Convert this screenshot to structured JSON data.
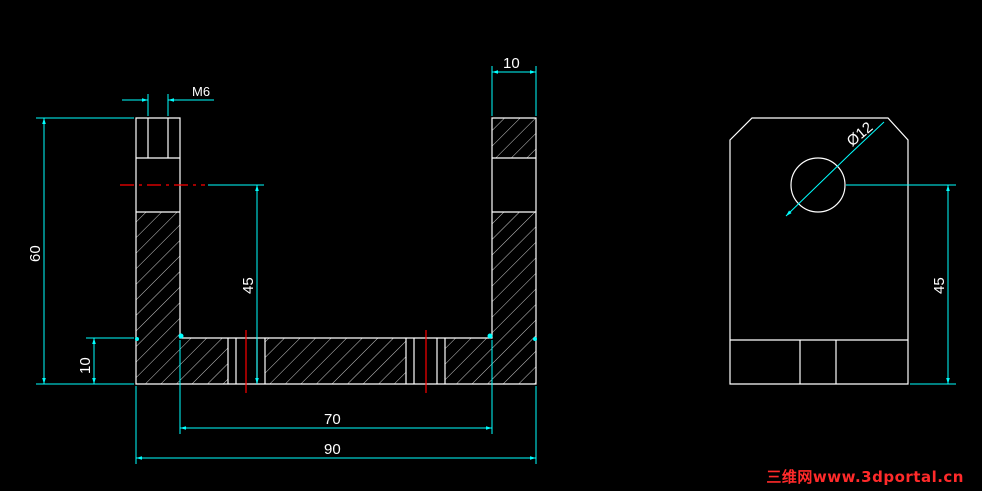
{
  "drawing": {
    "colors": {
      "background": "#000000",
      "outline": "#ffffff",
      "dimension": "#00ffff",
      "centerline": "#ff0000"
    },
    "front_view": {
      "dim_thread": "M6",
      "dim_wall_thickness": "10",
      "dim_total_height": "60",
      "dim_hole_height": "45",
      "dim_base_thickness": "10",
      "dim_inner_width": "70",
      "dim_total_width": "90"
    },
    "side_view": {
      "dim_hole_diameter": "Ø12",
      "dim_hole_height": "45"
    },
    "watermark": "三维网www.3dportal.cn"
  }
}
